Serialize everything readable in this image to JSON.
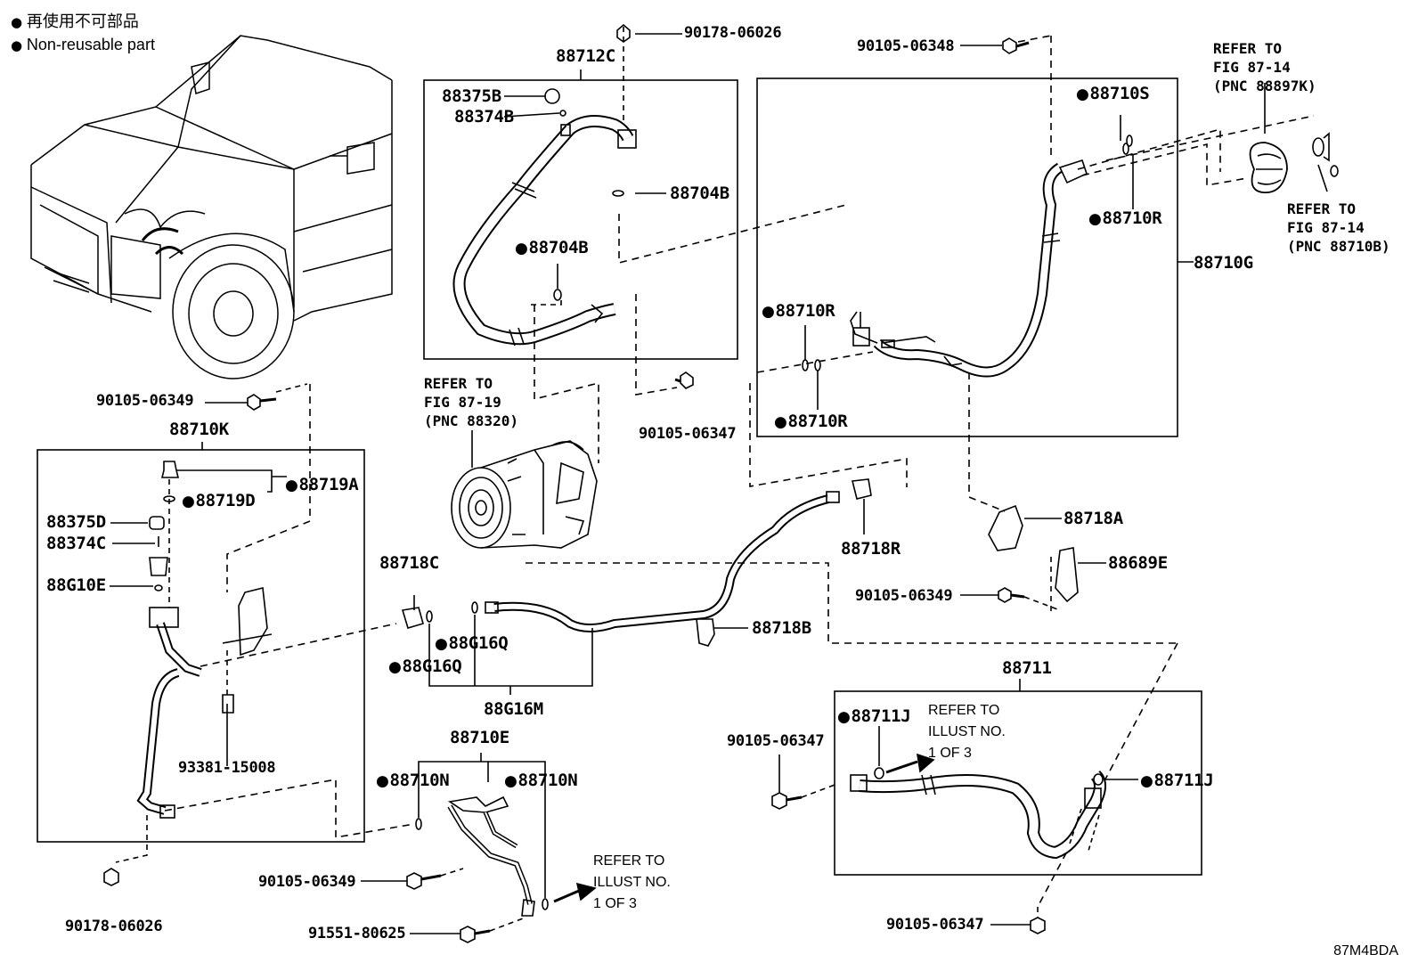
{
  "legend": {
    "non_reusable_cn": "再使用不可部品",
    "non_reusable_en": "Non-reusable part"
  },
  "diagram_code": "87M4BDA",
  "parts": {
    "p90178_top": "90178-06026",
    "p88712C": "88712C",
    "p88375B": "88375B",
    "p88374B": "88374B",
    "p88704B_a": "88704B",
    "p88704B_b": "88704B",
    "p90105_06348": "90105-06348",
    "p88710S": "88710S",
    "p88710R_a": "88710R",
    "p88710G": "88710G",
    "p88710R_b": "88710R",
    "p88710R_c": "88710R",
    "p90105_06347_a": "90105-06347",
    "p90105_06349_a": "90105-06349",
    "p88710K": "88710K",
    "p88719A": "88719A",
    "p88719D": "88719D",
    "p88375D": "88375D",
    "p88374C": "88374C",
    "p88G10E": "88G10E",
    "p93381": "93381-15008",
    "p90178_bottom": "90178-06026",
    "p88718C": "88718C",
    "p88G16Q_a": "88G16Q",
    "p88G16Q_b": "88G16Q",
    "p88G16M": "88G16M",
    "p88718R": "88718R",
    "p88718A": "88718A",
    "p88689E": "88689E",
    "p90105_06349_b": "90105-06349",
    "p88718B": "88718B",
    "p88711": "88711",
    "p88711J_a": "88711J",
    "p88711J_b": "88711J",
    "p90105_06347_b": "90105-06347",
    "p90105_06347_c": "90105-06347",
    "p88710E": "88710E",
    "p88710N_a": "88710N",
    "p88710N_b": "88710N",
    "p90105_06349_c": "90105-06349",
    "p91551": "91551-80625"
  },
  "references": {
    "fig8714_top": [
      "REFER TO",
      "FIG 87-14",
      "(PNC 88897K)"
    ],
    "fig8714_right": [
      "REFER TO",
      "FIG 87-14",
      "(PNC 88710B)"
    ],
    "fig8719": [
      "REFER TO",
      "FIG 87-19",
      "(PNC 88320)"
    ],
    "illust_mid": [
      "REFER TO",
      "ILLUST NO.",
      "1 OF 3"
    ],
    "illust_bottom": [
      "REFER TO",
      "ILLUST NO.",
      "1 OF 3"
    ]
  }
}
